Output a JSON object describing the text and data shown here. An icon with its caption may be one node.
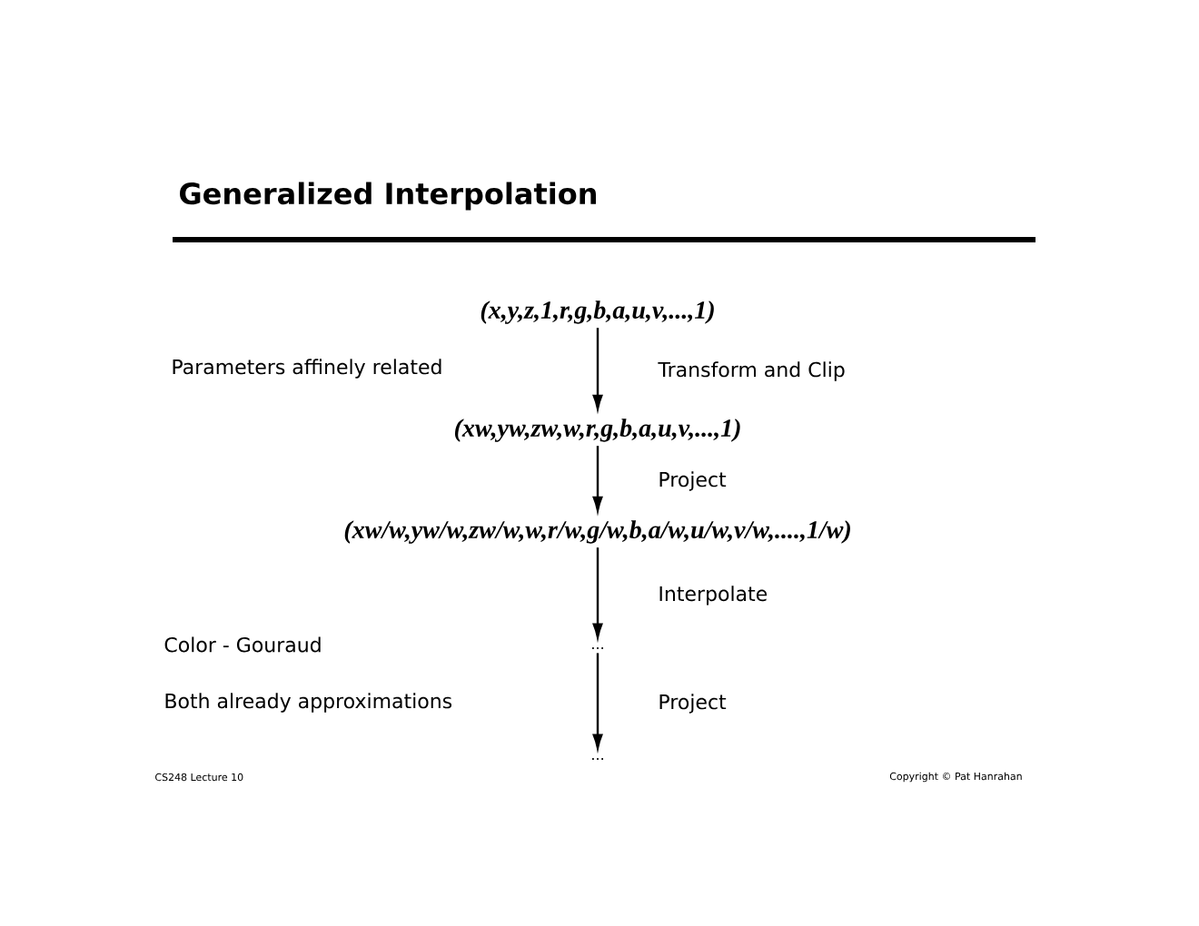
{
  "diagram": {
    "title": "Generalized Interpolation",
    "nodes": [
      {
        "text": [
          "(x,y,z,1,r,g,b,a,u,v,...,1)"
        ]
      },
      {
        "text": [
          "(xw,yw,zw,w,r,g,b,a,u,v,...,1)"
        ]
      },
      {
        "text": [
          "(xw/w,yw/w,zw/w,w,r/w,g/w,b,a/w,u/w,v/w,....,1/w)"
        ]
      },
      {
        "text": [
          "..."
        ]
      },
      {
        "text": [
          "..."
        ]
      }
    ],
    "edges": [
      {
        "from": 0,
        "to": 1,
        "arrow": "to",
        "label": "Transform and Clip"
      },
      {
        "from": 1,
        "to": 2,
        "arrow": "to",
        "label": "Project"
      },
      {
        "from": 2,
        "to": 3,
        "arrow": "to",
        "label": "Interpolate"
      },
      {
        "from": 3,
        "to": 4,
        "arrow": "to",
        "label": "Project"
      }
    ],
    "labels": [
      "Parameters affinely related",
      "Color - Gouraud",
      "Both already approximations",
      "CS248 Lecture 10",
      "Copyright © Pat Hanrahan"
    ]
  }
}
